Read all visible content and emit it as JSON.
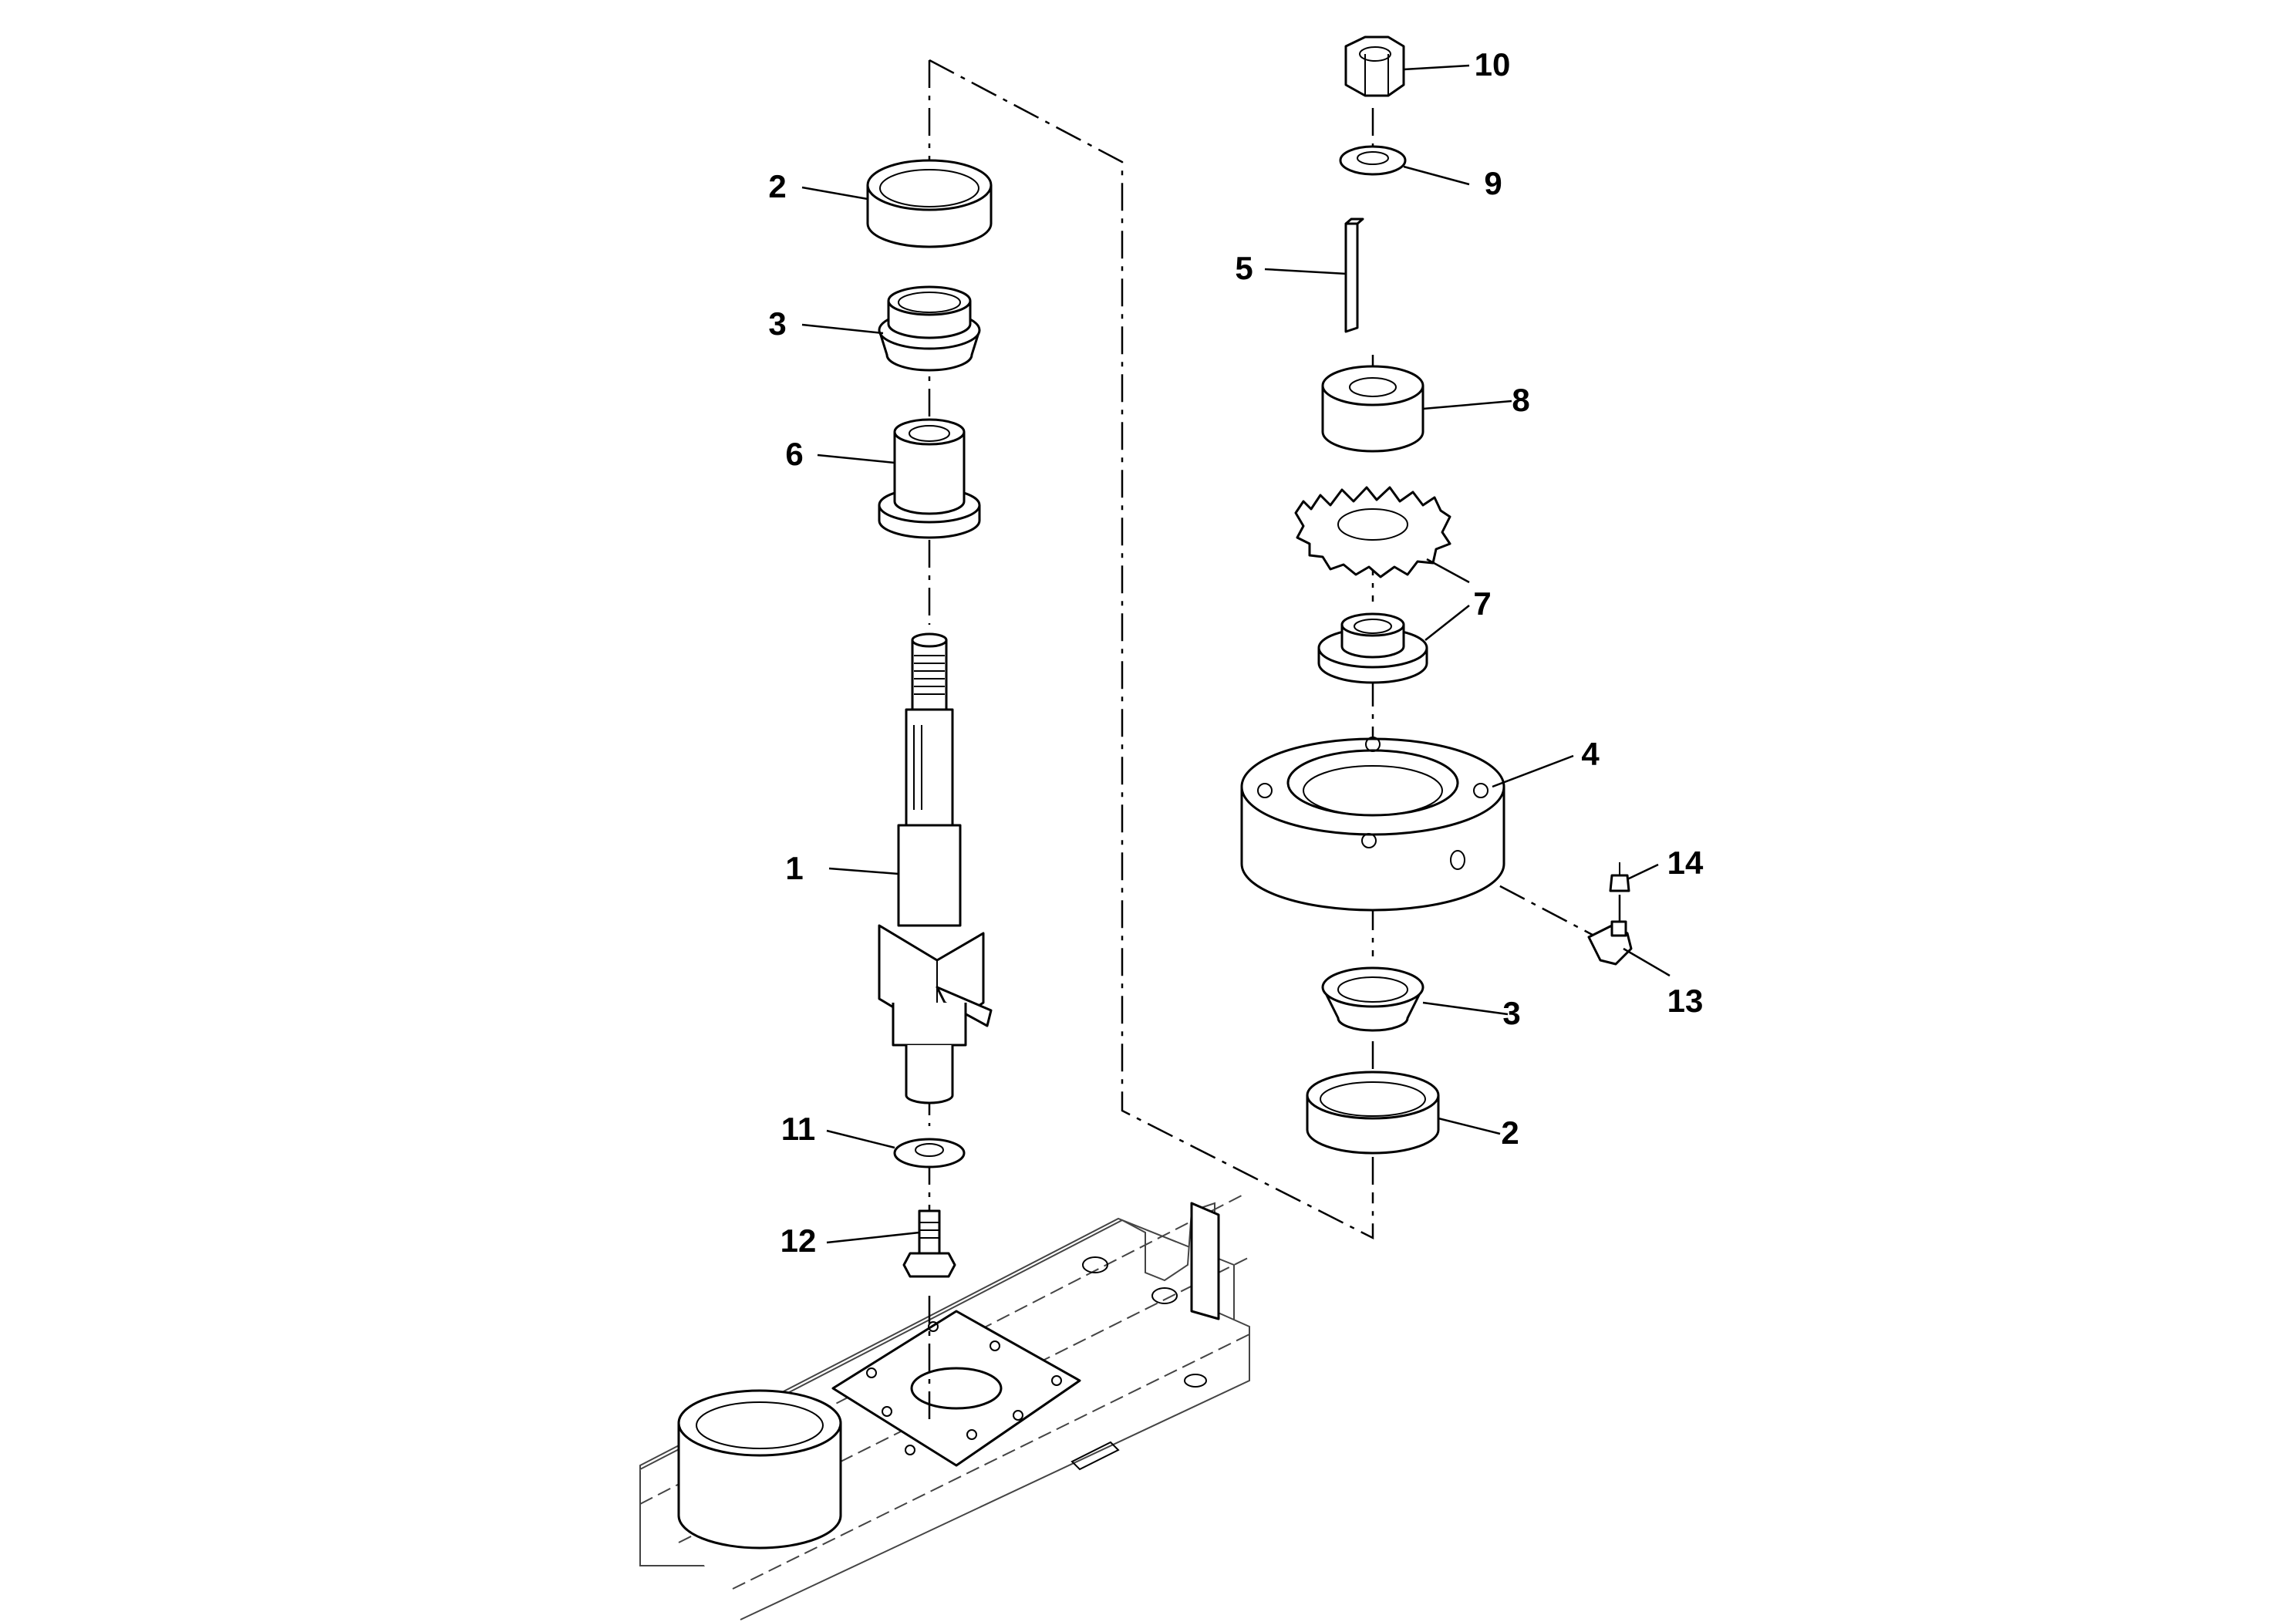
{
  "callouts": [
    {
      "id": "c1",
      "label": "1"
    },
    {
      "id": "c2a",
      "label": "2"
    },
    {
      "id": "c2b",
      "label": "2"
    },
    {
      "id": "c3a",
      "label": "3"
    },
    {
      "id": "c3b",
      "label": "3"
    },
    {
      "id": "c4",
      "label": "4"
    },
    {
      "id": "c5",
      "label": "5"
    },
    {
      "id": "c6",
      "label": "6"
    },
    {
      "id": "c7",
      "label": "7"
    },
    {
      "id": "c8",
      "label": "8"
    },
    {
      "id": "c9",
      "label": "9"
    },
    {
      "id": "c10",
      "label": "10"
    },
    {
      "id": "c11",
      "label": "11"
    },
    {
      "id": "c12",
      "label": "12"
    },
    {
      "id": "c13",
      "label": "13"
    },
    {
      "id": "c14",
      "label": "14"
    }
  ]
}
